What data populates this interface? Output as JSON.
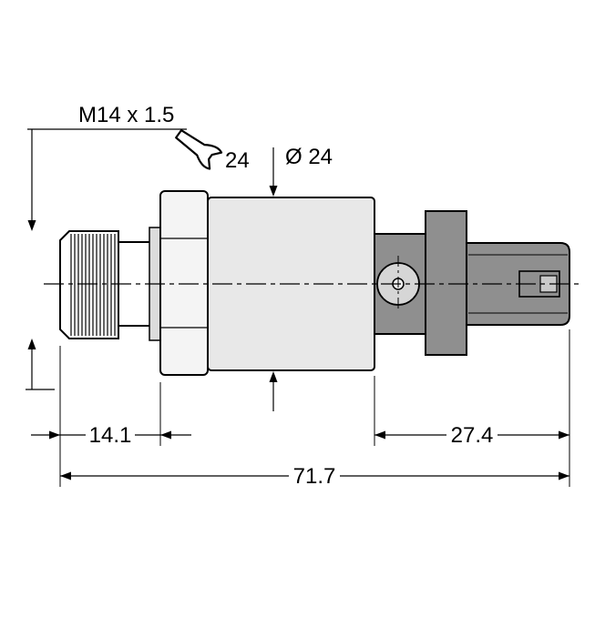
{
  "drawing": {
    "labels": {
      "thread_spec": "M14 x 1.5",
      "wrench_size": "24",
      "diameter": "Ø 24"
    },
    "dimensions": {
      "thread_length": "14.1",
      "connector_length": "27.4",
      "overall_length": "71.7"
    },
    "colors": {
      "body_fill": "#e8e8e8",
      "hex_fill": "#f4f4f4",
      "housing_fill": "#8f8f8f",
      "line": "#000000",
      "background": "#ffffff"
    }
  }
}
